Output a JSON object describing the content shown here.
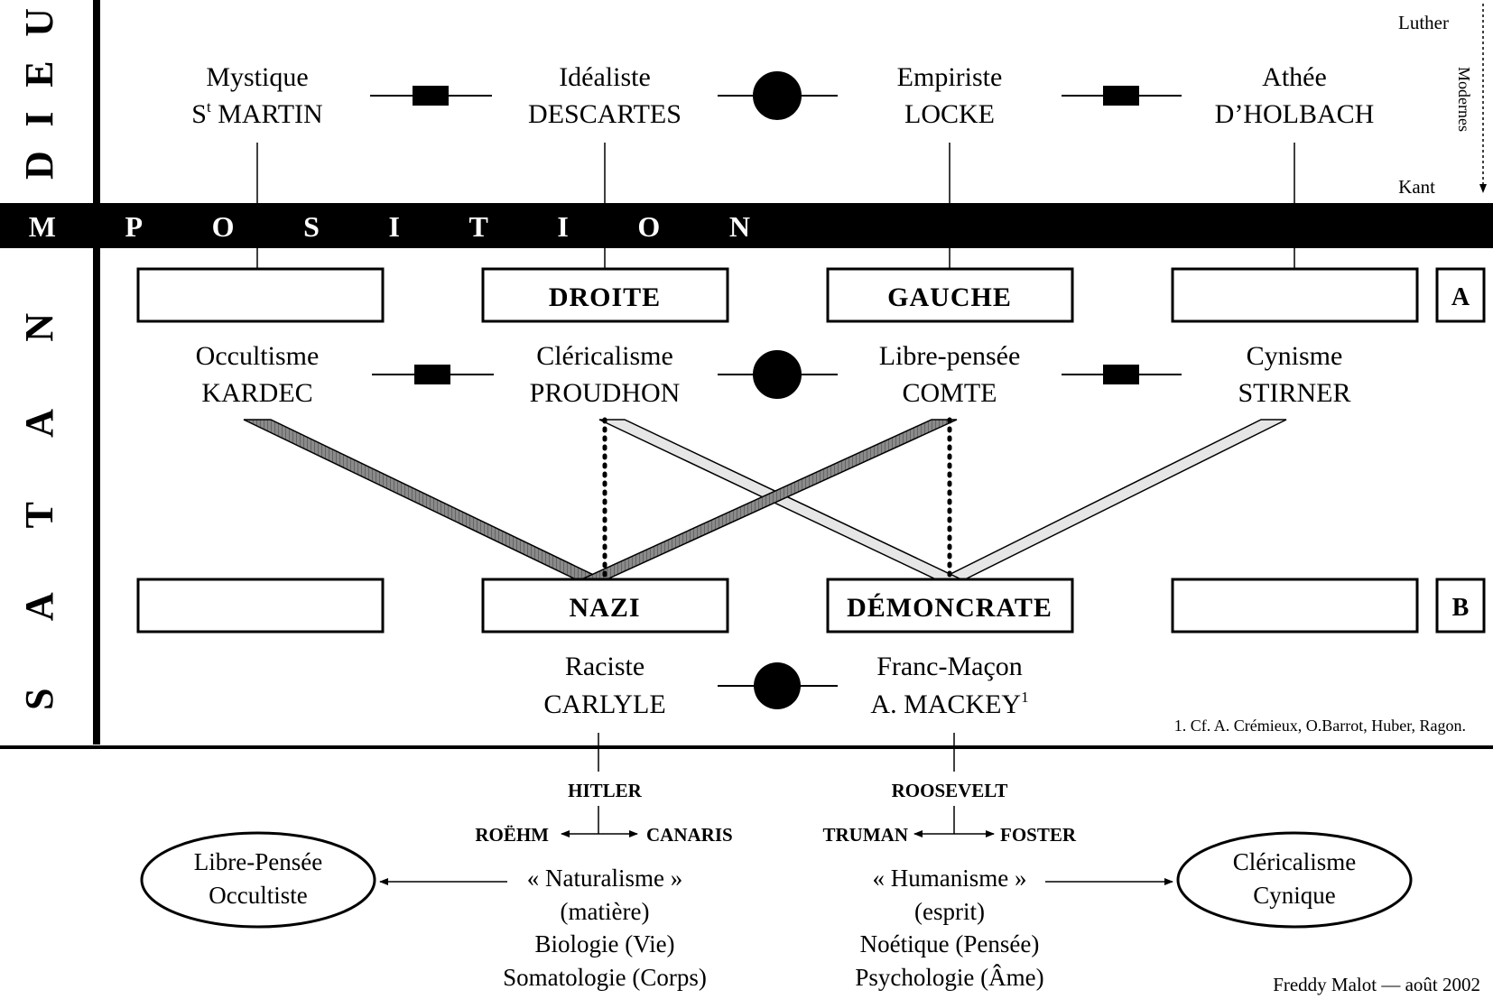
{
  "side_labels": {
    "top": "DIEU",
    "bottom": "SATAN"
  },
  "band": "DÉCOMPOSITION",
  "timeline": {
    "start": "Luther",
    "middle": "Modernes",
    "end": "Kant"
  },
  "top_row": [
    {
      "line1": "Mystique",
      "line2_sup": "t",
      "line2_pre": "S",
      "line2": "MARTIN"
    },
    {
      "line1": "Idéaliste",
      "line2": "DESCARTES"
    },
    {
      "line1": "Empiriste",
      "line2": "LOCKE"
    },
    {
      "line1": "Athée",
      "line2": "D’HOLBACH"
    }
  ],
  "row_a": {
    "boxes": [
      "",
      "DROITE",
      "GAUCHE",
      ""
    ],
    "tag": "A"
  },
  "mid_row": [
    {
      "line1": "Occultisme",
      "line2": "KARDEC"
    },
    {
      "line1": "Cléricalisme",
      "line2": "PROUDHON"
    },
    {
      "line1": "Libre-pensée",
      "line2": "COMTE"
    },
    {
      "line1": "Cynisme",
      "line2": "STIRNER"
    }
  ],
  "row_b": {
    "boxes": [
      "",
      "NAZI",
      "DÉMONCRATE",
      ""
    ],
    "tag": "B"
  },
  "bottom_row": [
    {
      "line1": "Raciste",
      "line2": "CARLYLE"
    },
    {
      "line1": "Franc-Maçon",
      "line2": "A. MACKEY",
      "sup": "1"
    }
  ],
  "footnote": "1. Cf. A. Crémieux, O.Barrot, Huber, Ragon.",
  "politicians": {
    "left": {
      "top": "HITLER",
      "left": "ROËHM",
      "right": "CANARIS"
    },
    "right": {
      "top": "ROOSEVELT",
      "left": "TRUMAN",
      "right": "FOSTER"
    }
  },
  "left_ellipse": {
    "line1": "Libre-Pensée",
    "line2": "Occultiste"
  },
  "right_ellipse": {
    "line1": "Cléricalisme",
    "line2": "Cynique"
  },
  "left_column": [
    "« Naturalisme »",
    "(matière)",
    "Biologie (Vie)",
    "Somatologie (Corps)"
  ],
  "right_column": [
    "« Humanisme »",
    "(esprit)",
    "Noétique (Pensée)",
    "Psychologie (Âme)"
  ],
  "signature": "Freddy Malot — août 2002"
}
